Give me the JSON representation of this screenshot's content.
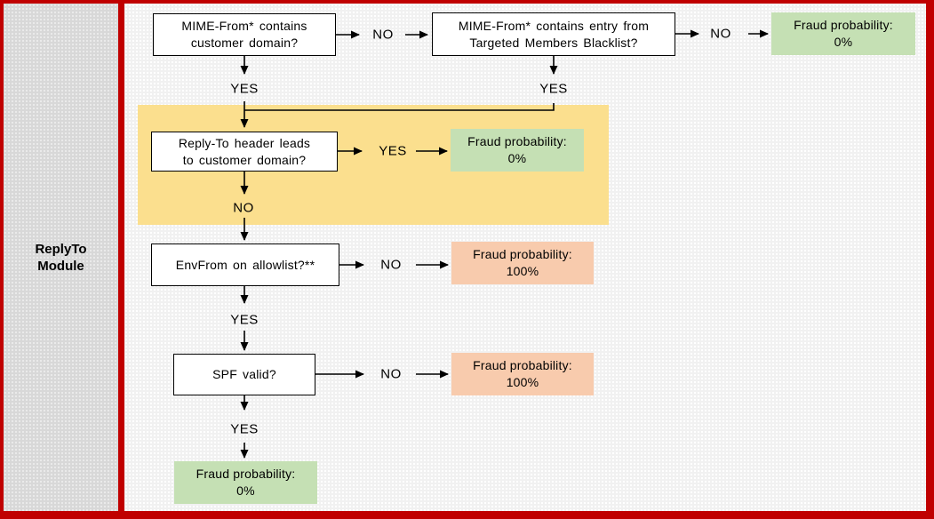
{
  "window": {
    "border_color": "#c00000"
  },
  "sidebar": {
    "bg_color": "#d8d8d8",
    "title_line1": "ReplyTo",
    "title_line2": "Module"
  },
  "colors": {
    "canvas_bg": "#f1f1f1",
    "highlight_yellow": "#fbdf8e",
    "result_green": "#c5e0b4",
    "result_orange": "#f8cbad",
    "decision_box_bg": "#ffffff",
    "line_color": "#000000"
  },
  "flowchart": {
    "labels": {
      "yes": "YES",
      "no": "NO"
    },
    "decisions": {
      "mime_customer": {
        "line1": "MIME-From* contains",
        "line2": "customer domain?"
      },
      "mime_blacklist": {
        "line1": "MIME-From* contains entry from",
        "line2": "Targeted Members Blacklist?"
      },
      "reply_to": {
        "line1": "Reply-To header leads",
        "line2": "to customer domain?"
      },
      "env_from": {
        "line1": "EnvFrom on allowlist?**",
        "line2": ""
      },
      "spf": {
        "line1": "SPF valid?",
        "line2": ""
      }
    },
    "results": {
      "top_right": {
        "line1": "Fraud probability:",
        "line2": "0%",
        "type": "green"
      },
      "replyto_yes": {
        "line1": "Fraud probability:",
        "line2": "0%",
        "type": "green"
      },
      "envfrom_no": {
        "line1": "Fraud probability:",
        "line2": "100%",
        "type": "orange"
      },
      "spf_no": {
        "line1": "Fraud probability:",
        "line2": "100%",
        "type": "orange"
      },
      "final": {
        "line1": "Fraud probability:",
        "line2": "0%",
        "type": "green"
      }
    }
  }
}
